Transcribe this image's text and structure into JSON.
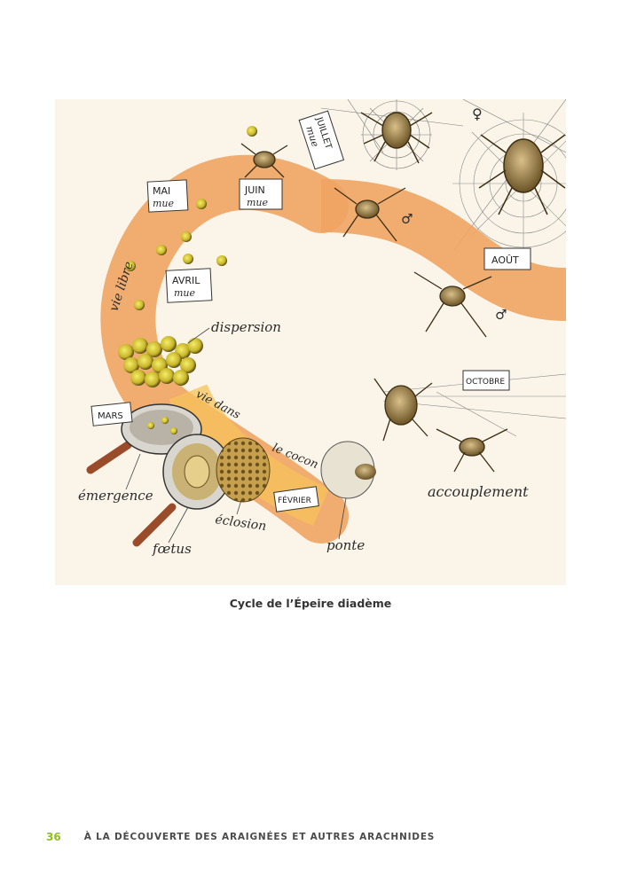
{
  "diagram": {
    "months": {
      "mai": "MAI",
      "juin": "JUIN",
      "juillet": "JUILLET",
      "aout": "AOÛT",
      "avril": "AVRIL",
      "mars": "MARS",
      "fevrier": "FÉVRIER",
      "octobre": "OCTOBRE",
      "mue": "mue"
    },
    "stages": {
      "vie_libre": "vie libre",
      "dispersion": "dispersion",
      "vie_dans": "vie dans",
      "le_cocon": "le cocon",
      "emergence": "émergence",
      "foetus": "fœtus",
      "eclosion": "éclosion",
      "ponte": "ponte",
      "accouplement": "accouplement"
    },
    "symbols": {
      "female": "♀",
      "male": "♂"
    }
  },
  "caption": "Cycle de l’Épeire diadème",
  "footer": {
    "page_number": "36",
    "running_title": "À LA DÉCOUVERTE DES ARAIGNÉES ET AUTRES ARACHNIDES"
  }
}
